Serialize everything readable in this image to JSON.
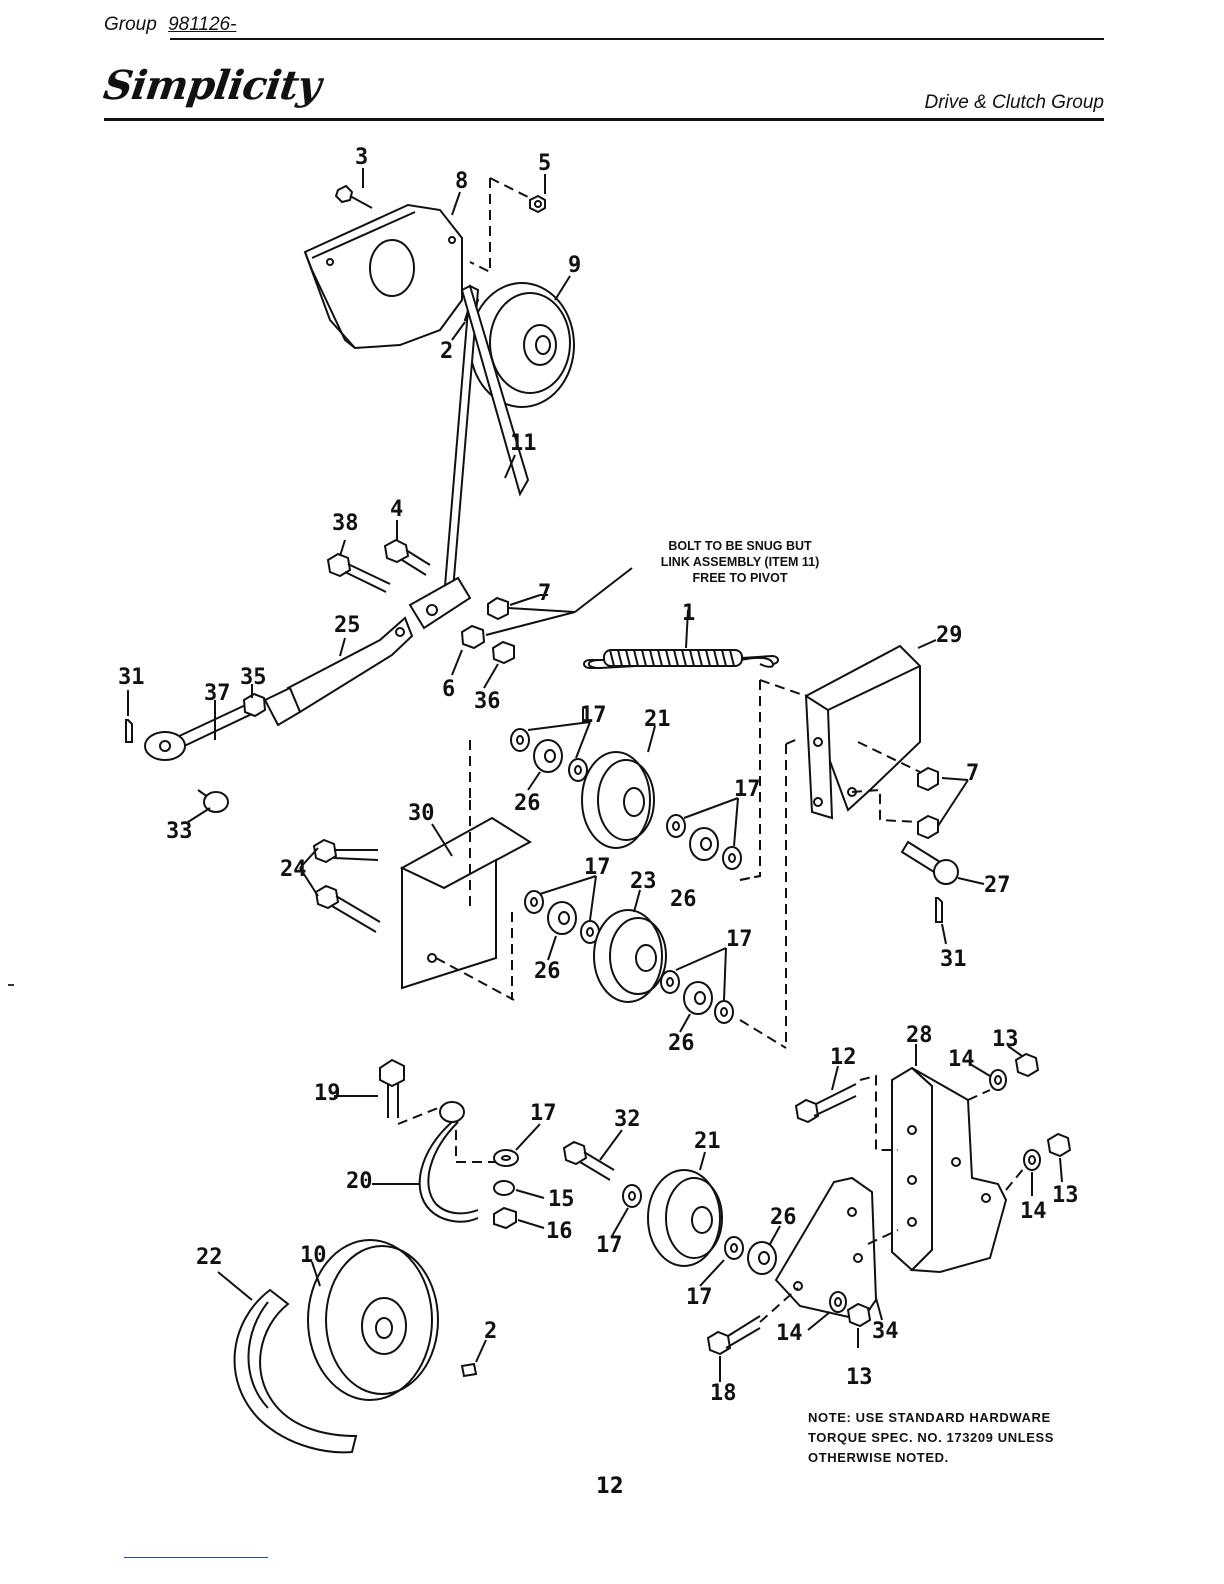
{
  "header": {
    "group_label": "Group",
    "group_number": "981126-",
    "brand": "Simplicity",
    "section_title": "Drive & Clutch Group"
  },
  "notes": {
    "bolt_line1": "BOLT TO BE SNUG BUT",
    "bolt_line2": "LINK ASSEMBLY (ITEM 11)",
    "bolt_line3": "FREE TO PIVOT",
    "torque_line1": "NOTE: USE STANDARD HARDWARE",
    "torque_line2": "TORQUE SPEC. NO. 173209 UNLESS",
    "torque_line3": "OTHERWISE NOTED."
  },
  "footer": {
    "page_number": "12"
  },
  "callouts": [
    {
      "id": "c3",
      "text": "3"
    },
    {
      "id": "c8",
      "text": "8"
    },
    {
      "id": "c5",
      "text": "5"
    },
    {
      "id": "c9",
      "text": "9"
    },
    {
      "id": "c2a",
      "text": "2"
    },
    {
      "id": "c11",
      "text": "11"
    },
    {
      "id": "c38",
      "text": "38"
    },
    {
      "id": "c4",
      "text": "4"
    },
    {
      "id": "c7a",
      "text": "7"
    },
    {
      "id": "c25",
      "text": "25"
    },
    {
      "id": "c1",
      "text": "1"
    },
    {
      "id": "c29",
      "text": "29"
    },
    {
      "id": "c31a",
      "text": "31"
    },
    {
      "id": "c35",
      "text": "35"
    },
    {
      "id": "c37",
      "text": "37"
    },
    {
      "id": "c6",
      "text": "6"
    },
    {
      "id": "c36",
      "text": "36"
    },
    {
      "id": "c17a",
      "text": "17"
    },
    {
      "id": "c21a",
      "text": "21"
    },
    {
      "id": "c26a",
      "text": "26"
    },
    {
      "id": "c33",
      "text": "33"
    },
    {
      "id": "c30",
      "text": "30"
    },
    {
      "id": "c17b",
      "text": "17"
    },
    {
      "id": "c7b",
      "text": "7"
    },
    {
      "id": "c26b",
      "text": "26"
    },
    {
      "id": "c24",
      "text": "24"
    },
    {
      "id": "c17c",
      "text": "17"
    },
    {
      "id": "c23",
      "text": "23"
    },
    {
      "id": "c27",
      "text": "27"
    },
    {
      "id": "c31b",
      "text": "31"
    },
    {
      "id": "c26c",
      "text": "26"
    },
    {
      "id": "c17d",
      "text": "17"
    },
    {
      "id": "c26d",
      "text": "26"
    },
    {
      "id": "c28",
      "text": "28"
    },
    {
      "id": "c13a",
      "text": "13"
    },
    {
      "id": "c12",
      "text": "12"
    },
    {
      "id": "c14a",
      "text": "14"
    },
    {
      "id": "c19",
      "text": "19"
    },
    {
      "id": "c17e",
      "text": "17"
    },
    {
      "id": "c32",
      "text": "32"
    },
    {
      "id": "c21b",
      "text": "21"
    },
    {
      "id": "c20",
      "text": "20"
    },
    {
      "id": "c15",
      "text": "15"
    },
    {
      "id": "c14b",
      "text": "14"
    },
    {
      "id": "c13b",
      "text": "13"
    },
    {
      "id": "c16",
      "text": "16"
    },
    {
      "id": "c26e",
      "text": "26"
    },
    {
      "id": "c17f",
      "text": "17"
    },
    {
      "id": "c22",
      "text": "22"
    },
    {
      "id": "c10",
      "text": "10"
    },
    {
      "id": "c2b",
      "text": "2"
    },
    {
      "id": "c17g",
      "text": "17"
    },
    {
      "id": "c14c",
      "text": "14"
    },
    {
      "id": "c34",
      "text": "34"
    },
    {
      "id": "c13c",
      "text": "13"
    },
    {
      "id": "c18",
      "text": "18"
    }
  ]
}
